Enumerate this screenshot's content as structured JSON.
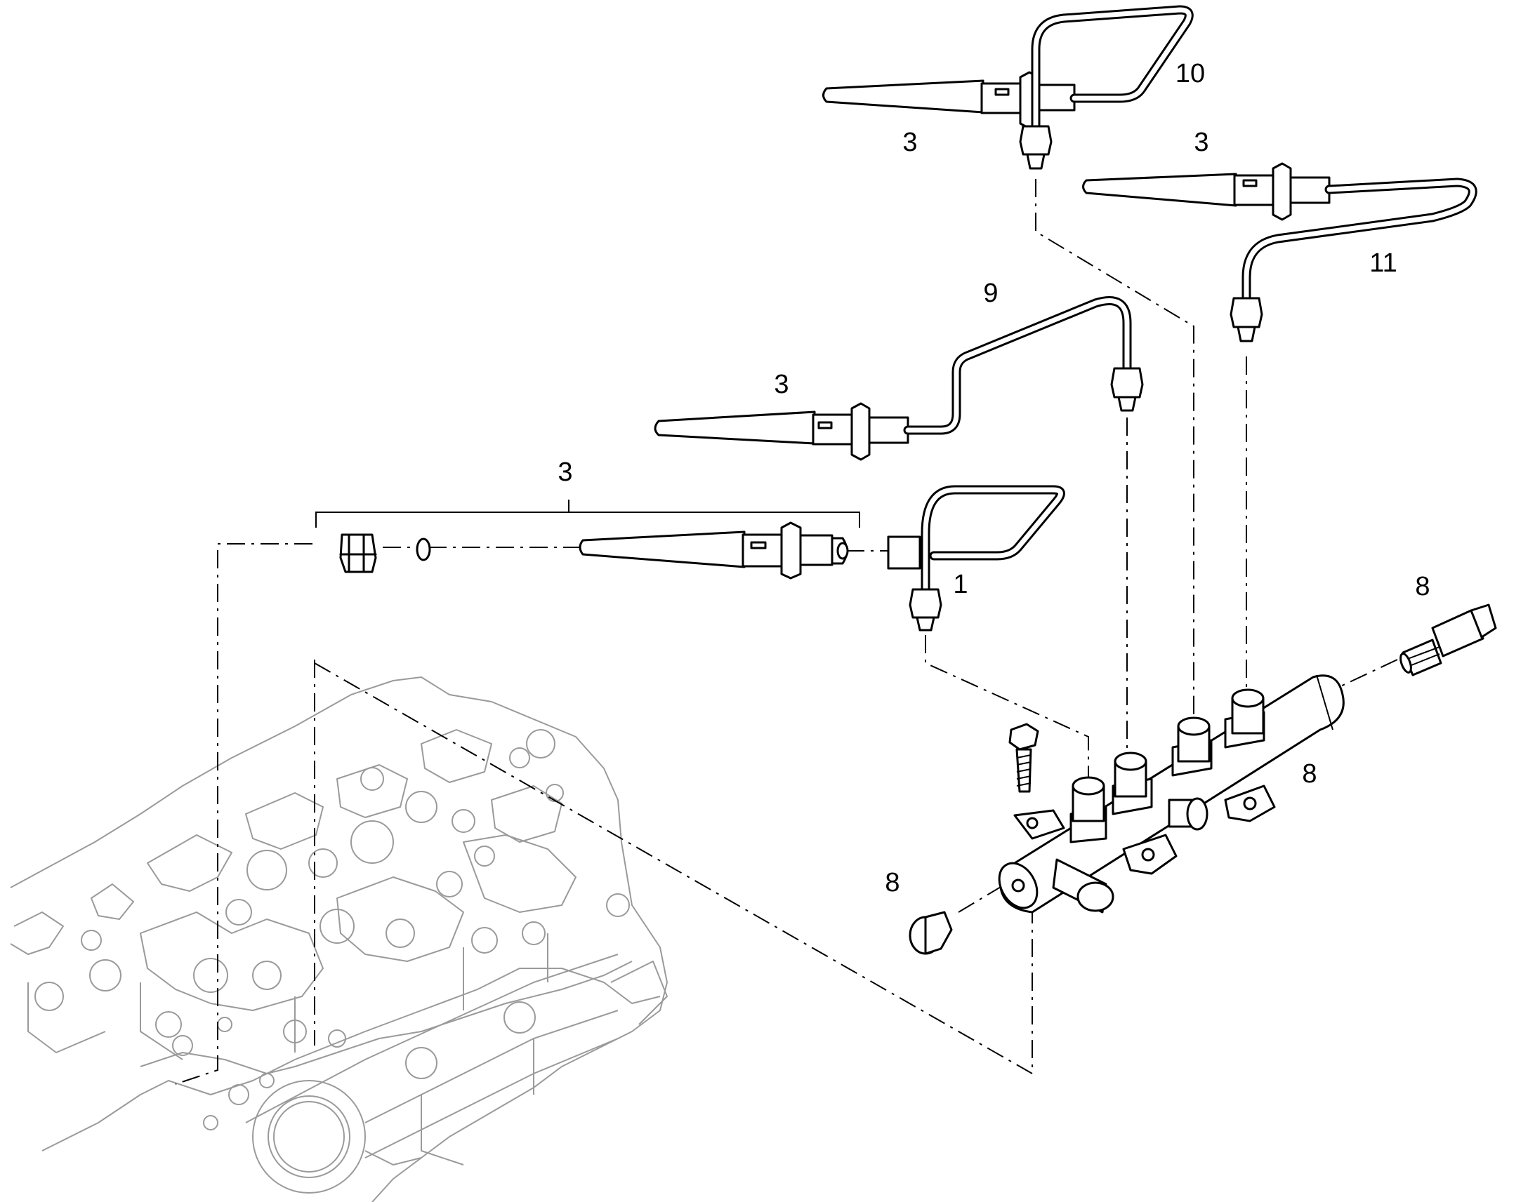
{
  "callouts": {
    "injector_top": "3",
    "pipe_top": "10",
    "injector_second": "3",
    "pipe_second": "11",
    "pipe_third": "9",
    "injector_third": "3",
    "injector_assembly": "3",
    "pipe_first": "1",
    "sensor": "8",
    "rail": "8",
    "plug": "8"
  },
  "colors": {
    "line": "#000000",
    "engine": "#9a9a9a",
    "background": "#ffffff"
  }
}
